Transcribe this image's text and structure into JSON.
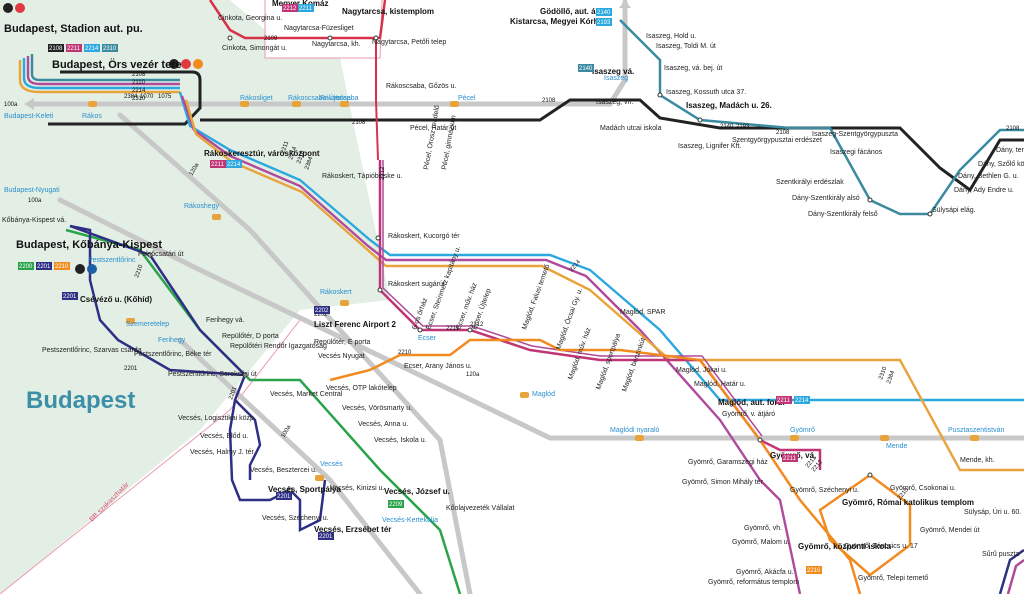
{
  "map": {
    "city_name": "Budapest",
    "zone_label": "BB szakaszhatár",
    "colors": {
      "background_city": "#e3efe4",
      "rail": "#c8c8c8",
      "black": "#222222",
      "gold": "#e8a33a",
      "blue": "#2aa8df",
      "purple": "#b04a9a",
      "teal": "#3a8aa0",
      "green": "#2aa34a",
      "navy": "#2e2f85",
      "orange": "#f28b1f",
      "magenta": "#c03576",
      "red": "#d6334b"
    },
    "terminals": {
      "stadion": "Budapest, Stadion aut. pu.",
      "ors": "Budapest, Örs vezér tere",
      "kobanya": "Budapest, Kőbánya-Kispest",
      "godollo": "Gödöllő, aut. áll.",
      "kistarcsa": "Kistarcsa, Megyei Kórház",
      "isaszeg": "Isaszeg vá.",
      "isaszeg_madach": "Isaszeg, Madách u. 26.",
      "csevezo": "Csévéző u. (Kőhíd)",
      "airport": "Liszt Ferenc Airport 2",
      "rakoskereszturvk": "Rákoskeresztúr, városközpont",
      "maglod_aut": "Maglód, aut. ford.",
      "gyomro_va": "Gyömrő, vá.",
      "gyomro_templom": "Gyömrő, Római katolikus templom",
      "gyomro_iskola": "Gyömrő, központi iskola",
      "vecses_sportpalya": "Vecsés, Sportpálya",
      "vecses_jozsef": "Vecsés, József u.",
      "vecses_erzsebet": "Vecsés, Erzsébet tér",
      "megyer_top": "Megyer Komáz",
      "nagytarcsa_kistemplom": "Nagytarcsa, kistemplom"
    },
    "stops": [
      {
        "id": "s1",
        "text": "Cinkota, Georgina u."
      },
      {
        "id": "s2",
        "text": "Cinkota, Simongát u."
      },
      {
        "id": "s3",
        "text": "Nagytarcsa-Füzesliget"
      },
      {
        "id": "s4",
        "text": "Nagytarcsa, kh."
      },
      {
        "id": "s5",
        "text": "Nagytarcsa, Petőfi telep"
      },
      {
        "id": "s6",
        "text": "Rákoscsaba, Gőzös u."
      },
      {
        "id": "s7",
        "text": "Pécel, Határ út"
      },
      {
        "id": "s8",
        "text": "Pécel, Orosz rendelő"
      },
      {
        "id": "s9",
        "text": "Pécel, gimnázium"
      },
      {
        "id": "s10",
        "text": "Rákoskert, Tápióbicske u."
      },
      {
        "id": "s11",
        "text": "Rákoskert, Kucorgó tér"
      },
      {
        "id": "s12",
        "text": "Rákoskert sugárút"
      },
      {
        "id": "s13",
        "text": "6-os őrház"
      },
      {
        "id": "s14",
        "text": "Ecser, Steinmetz kapitány u."
      },
      {
        "id": "s15",
        "text": "Ecser, műv. ház"
      },
      {
        "id": "s16",
        "text": "Ecser, Újtelep"
      },
      {
        "id": "s17",
        "text": "Maglód, Falusi temető"
      },
      {
        "id": "s18",
        "text": "Maglód, Ócsai Gy. u."
      },
      {
        "id": "s19",
        "text": "Maglód, SPAR"
      },
      {
        "id": "s20",
        "text": "Maglód, Jókai u."
      },
      {
        "id": "s21",
        "text": "Maglód, Határ u."
      },
      {
        "id": "s22",
        "text": "Gyömrő, v. átjáró"
      },
      {
        "id": "s23",
        "text": "Maglód, műv. ház"
      },
      {
        "id": "s24",
        "text": "Maglód, sportpálya"
      },
      {
        "id": "s25",
        "text": "Maglód, benzinkút"
      },
      {
        "id": "s26",
        "text": "Isaszeg, Hold u."
      },
      {
        "id": "s27",
        "text": "Isaszeg, Toldi M. út"
      },
      {
        "id": "s28",
        "text": "Isaszeg, vá. bej. út"
      },
      {
        "id": "s29",
        "text": "Isaszeg, Kossuth utca 37."
      },
      {
        "id": "s30",
        "text": "Isaszeg, vh."
      },
      {
        "id": "s31",
        "text": "Madách utcai iskola"
      },
      {
        "id": "s32",
        "text": "Isaszeg, Lignifer Kft."
      },
      {
        "id": "s33",
        "text": "Szentgyörgypusztai erdészet"
      },
      {
        "id": "s34",
        "text": "Isaszeg-Szentgyörgypuszta"
      },
      {
        "id": "s35",
        "text": "Isaszegi fácános"
      },
      {
        "id": "s36",
        "text": "Szentkirályi erdészlak"
      },
      {
        "id": "s37",
        "text": "Dány-Szentkirály alsó"
      },
      {
        "id": "s38",
        "text": "Dány-Szentkirály felső"
      },
      {
        "id": "s39",
        "text": "Sülysápi elág."
      },
      {
        "id": "s40",
        "text": "Dány, Ady Endre u."
      },
      {
        "id": "s41",
        "text": "Dány, Bethlen G. u."
      },
      {
        "id": "s42",
        "text": "Dány, Szőlő köz"
      },
      {
        "id": "s43",
        "text": "Dány, teme"
      },
      {
        "id": "s44",
        "text": "Felsőcsatári út"
      },
      {
        "id": "s45",
        "text": "Ferihegy vá."
      },
      {
        "id": "s46",
        "text": "Repülőtér, D porta"
      },
      {
        "id": "s47",
        "text": "Repülőtéri Rendőr Igazgatóság"
      },
      {
        "id": "s48",
        "text": "Repülőtér, E porta"
      },
      {
        "id": "s49",
        "text": "Vecsés Nyugat"
      },
      {
        "id": "s50",
        "text": "Ecser, Arany János u."
      },
      {
        "id": "s51",
        "text": "Pestszentlőrinc, Szarvas csárda"
      },
      {
        "id": "s52",
        "text": "Pestszentlőrinc, Béke tér"
      },
      {
        "id": "s53",
        "text": "Pestszentlőrinc, Soroksári út"
      },
      {
        "id": "s54",
        "text": "Vecsés, Market Central"
      },
      {
        "id": "s55",
        "text": "Vecsés, OTP lakótelep"
      },
      {
        "id": "s56",
        "text": "Vecsés, Vörösmarty u."
      },
      {
        "id": "s57",
        "text": "Vecsés, Anna u."
      },
      {
        "id": "s58",
        "text": "Vecsés, Iskola u."
      },
      {
        "id": "s59",
        "text": "Vecsés, Logisztikai közp."
      },
      {
        "id": "s60",
        "text": "Vecsés, Előd u."
      },
      {
        "id": "s61",
        "text": "Vecsés, Halmy J. tér"
      },
      {
        "id": "s62",
        "text": "Vecsés, Besztercei u."
      },
      {
        "id": "s63",
        "text": "Vecsés, Kinizsi u."
      },
      {
        "id": "s64",
        "text": "Vecsés, Széchenyi u."
      },
      {
        "id": "s65",
        "text": "Kőolajvezeték Vállalat"
      },
      {
        "id": "s66",
        "text": "Gyömrő, Garamszegi ház"
      },
      {
        "id": "s67",
        "text": "Gyömrő, Simon Mihály tér"
      },
      {
        "id": "s68",
        "text": "Gyömrő, Széchenyi u."
      },
      {
        "id": "s69",
        "text": "Gyömrő, vh."
      },
      {
        "id": "s70",
        "text": "Gyömrő, Malom u."
      },
      {
        "id": "s71",
        "text": "Gyömrő, Akácfa u."
      },
      {
        "id": "s72",
        "text": "Gyömrő, református templom"
      },
      {
        "id": "s73",
        "text": "Gyömrő, Csokonai u."
      },
      {
        "id": "s74",
        "text": "Gyömrő, Mendei út"
      },
      {
        "id": "s75",
        "text": "Gyömrő, Táncsics u. 17"
      },
      {
        "id": "s76",
        "text": "Gyömrő, Telepi temető"
      },
      {
        "id": "s77",
        "text": "Mende, kh."
      },
      {
        "id": "s78",
        "text": "Sülysáp, Úri u. 60."
      },
      {
        "id": "s79",
        "text": "Sűrű puszta"
      },
      {
        "id": "s80",
        "text": "Kőbánya-Kispest vá."
      }
    ],
    "rail_labels": [
      {
        "id": "r1",
        "text": "Rákosliget"
      },
      {
        "id": "r2",
        "text": "Rákoscsaba-Újtelep"
      },
      {
        "id": "r3",
        "text": "Rákoscsaba"
      },
      {
        "id": "r4",
        "text": "Pécel"
      },
      {
        "id": "r5",
        "text": "Isaszeg"
      },
      {
        "id": "r6",
        "text": "Rákos"
      },
      {
        "id": "r7",
        "text": "Rákoshegy"
      },
      {
        "id": "r8",
        "text": "Rákoskert"
      },
      {
        "id": "r9",
        "text": "Pestszentlőrinc"
      },
      {
        "id": "r10",
        "text": "Szemeretelep"
      },
      {
        "id": "r11",
        "text": "Ferihegy"
      },
      {
        "id": "r12",
        "text": "Ecser"
      },
      {
        "id": "r13",
        "text": "Maglód"
      },
      {
        "id": "r14",
        "text": "Maglódi nyaraló"
      },
      {
        "id": "r15",
        "text": "Gyömrő"
      },
      {
        "id": "r16",
        "text": "Mende"
      },
      {
        "id": "r17",
        "text": "Pusztaszentistván"
      },
      {
        "id": "r18",
        "text": "Vecsés"
      },
      {
        "id": "r19",
        "text": "Vecsés-Kertekalja"
      },
      {
        "id": "r20",
        "text": "Budapest-Nyugati"
      },
      {
        "id": "r21",
        "text": "Budapest-Keleti"
      }
    ],
    "route_numbers": [
      {
        "id": "n1",
        "text": "2108"
      },
      {
        "id": "n2",
        "text": "2110"
      },
      {
        "id": "n3",
        "text": "2214"
      },
      {
        "id": "n4",
        "text": "2310"
      },
      {
        "id": "n5",
        "text": "2384"
      },
      {
        "id": "n6",
        "text": "1070"
      },
      {
        "id": "n7",
        "text": "1075"
      },
      {
        "id": "n8",
        "text": "2109"
      },
      {
        "id": "n9",
        "text": "2108"
      },
      {
        "id": "n10",
        "text": "2108"
      },
      {
        "id": "n11",
        "text": "2212"
      },
      {
        "id": "n12",
        "text": "2140"
      },
      {
        "id": "n13",
        "text": "2193"
      },
      {
        "id": "n14",
        "text": "2108"
      },
      {
        "id": "n15",
        "text": "2211"
      },
      {
        "id": "n16",
        "text": "2212"
      },
      {
        "id": "n17",
        "text": "2210"
      },
      {
        "id": "n18",
        "text": "2202"
      },
      {
        "id": "n19",
        "text": "2201"
      },
      {
        "id": "n20",
        "text": "2210"
      },
      {
        "id": "n21",
        "text": "2211"
      },
      {
        "id": "n22",
        "text": "2214"
      },
      {
        "id": "n23",
        "text": "2310"
      },
      {
        "id": "n24",
        "text": "2384"
      },
      {
        "id": "n25",
        "text": "2201"
      },
      {
        "id": "n26",
        "text": "2214"
      },
      {
        "id": "n27",
        "text": "2211"
      },
      {
        "id": "n28",
        "text": "2212"
      },
      {
        "id": "n29",
        "text": "2210"
      },
      {
        "id": "n30",
        "text": "2310"
      },
      {
        "id": "n31",
        "text": "2384"
      },
      {
        "id": "n32",
        "text": "2108"
      },
      {
        "id": "n33",
        "text": "100a"
      },
      {
        "id": "n34",
        "text": "100a"
      },
      {
        "id": "n35",
        "text": "120a"
      },
      {
        "id": "n36",
        "text": "120a"
      },
      {
        "id": "n37",
        "text": "100a"
      }
    ],
    "badges": [
      {
        "id": "b1",
        "text": "2108"
      },
      {
        "id": "b2",
        "text": "2211"
      },
      {
        "id": "b3",
        "text": "2214"
      },
      {
        "id": "b4",
        "text": "2310"
      },
      {
        "id": "b5",
        "text": "2200"
      },
      {
        "id": "b6",
        "text": "2201"
      },
      {
        "id": "b7",
        "text": "2210"
      },
      {
        "id": "b8",
        "text": "2201"
      },
      {
        "id": "b9",
        "text": "2211"
      },
      {
        "id": "b10",
        "text": "2214"
      },
      {
        "id": "b11",
        "text": "2140"
      },
      {
        "id": "b12",
        "text": "2140"
      },
      {
        "id": "b13",
        "text": "2193"
      },
      {
        "id": "b14",
        "text": "2202"
      },
      {
        "id": "b15",
        "text": "2211"
      },
      {
        "id": "b16",
        "text": "2214"
      },
      {
        "id": "b17",
        "text": "2211"
      },
      {
        "id": "b18",
        "text": "2201"
      },
      {
        "id": "b19",
        "text": "2201"
      },
      {
        "id": "b20",
        "text": "2209"
      },
      {
        "id": "b21",
        "text": "2210"
      },
      {
        "id": "b22",
        "text": "2212"
      },
      {
        "id": "b23",
        "text": "2211"
      }
    ]
  }
}
